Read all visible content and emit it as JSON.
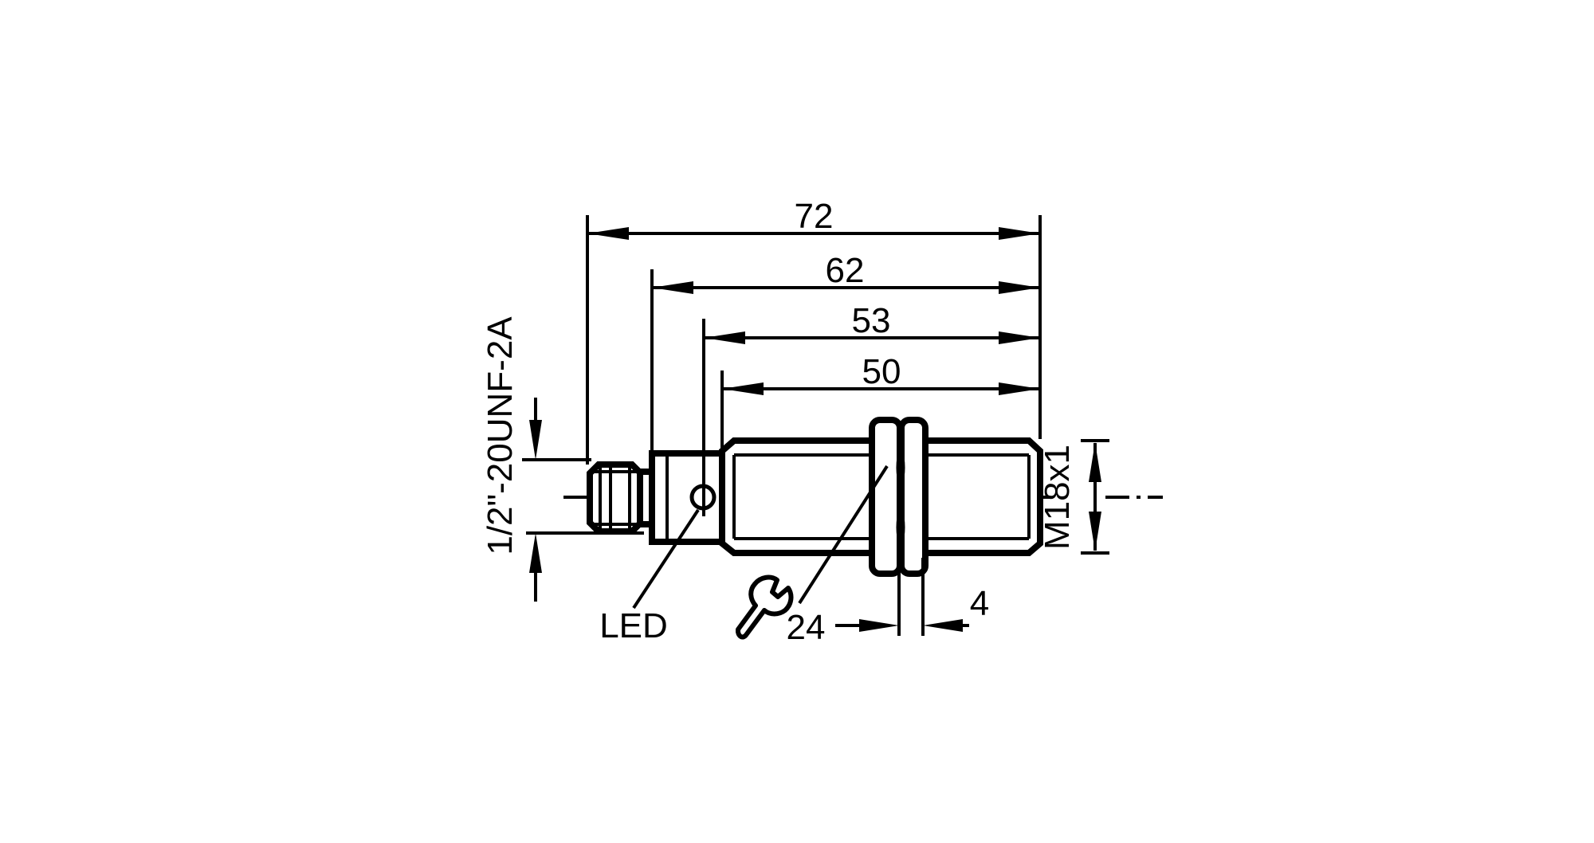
{
  "drawing": {
    "background": "#ffffff",
    "line_color": "#000000",
    "type": "sensor-dimension-drawing",
    "labels": {
      "dim_72": "72",
      "dim_62": "62",
      "dim_53": "53",
      "dim_50": "50",
      "dim_4": "4",
      "wrench_size": "24",
      "thread_front": "M18x1",
      "thread_connector": "1/2\"-20UNF-2A",
      "led": "LED"
    }
  }
}
